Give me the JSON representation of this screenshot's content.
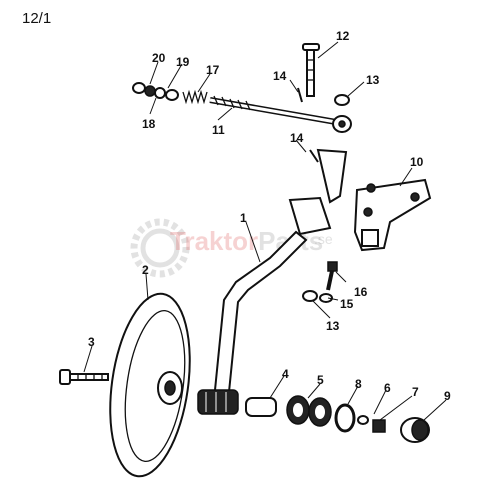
{
  "page_label": "12/1",
  "watermark": {
    "brand_red": "Traktor",
    "brand_grey": "Parts",
    "suffix": ".se",
    "red_color": "#e06060",
    "grey_color": "#9a9a9a",
    "gear_icon": "gear-icon"
  },
  "callouts": {
    "p1": "1",
    "p2": "2",
    "p3": "3",
    "p4": "4",
    "p5": "5",
    "p6": "6",
    "p7": "7",
    "p8": "8",
    "p9": "9",
    "p10": "10",
    "p11": "11",
    "p12": "12",
    "p13a": "13",
    "p13b": "13",
    "p14a": "14",
    "p14b": "14",
    "p15": "15",
    "p16": "16",
    "p17": "17",
    "p18": "18",
    "p19": "19",
    "p20": "20"
  }
}
